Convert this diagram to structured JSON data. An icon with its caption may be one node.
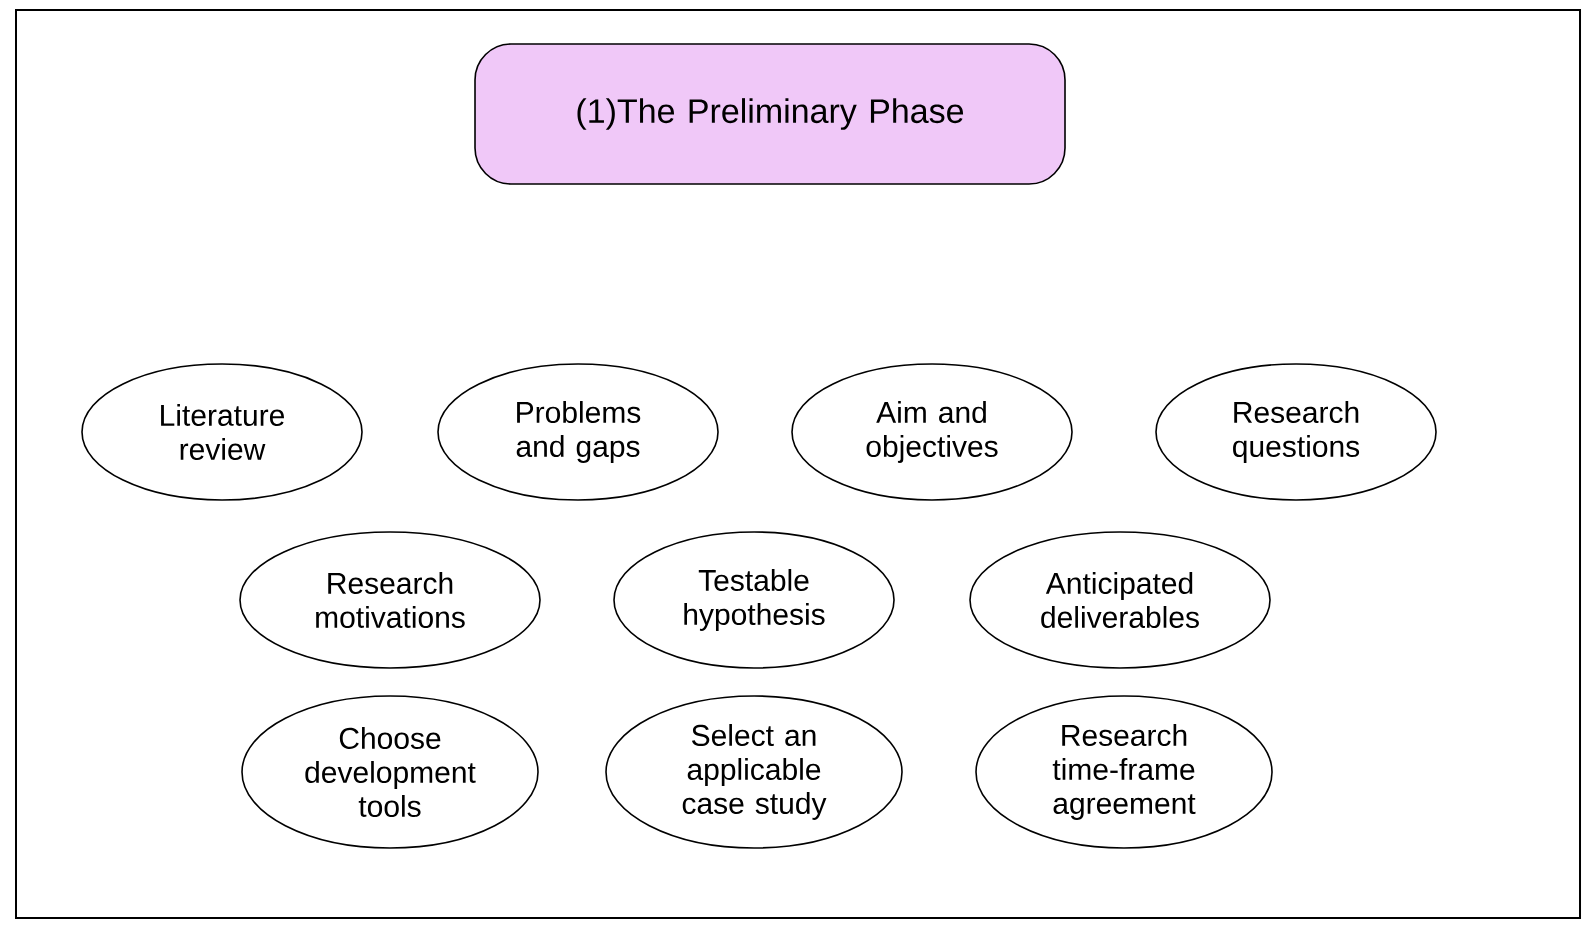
{
  "diagram": {
    "nodes": [
      {
        "text": [
          "(1)The Preliminary Phase"
        ]
      },
      {
        "text": [
          "Literature review"
        ]
      },
      {
        "text": [
          "Problems and gaps"
        ]
      },
      {
        "text": [
          "Aim and objectives"
        ]
      },
      {
        "text": [
          "Research questions"
        ]
      },
      {
        "text": [
          "Research motivations"
        ]
      },
      {
        "text": [
          "Testable hypothesis"
        ]
      },
      {
        "text": [
          "Anticipated deliverables"
        ]
      },
      {
        "text": [
          "Choose development tools"
        ]
      },
      {
        "text": [
          "Select an applicable case study"
        ]
      },
      {
        "text": [
          "Research time-frame agreement"
        ]
      }
    ]
  }
}
